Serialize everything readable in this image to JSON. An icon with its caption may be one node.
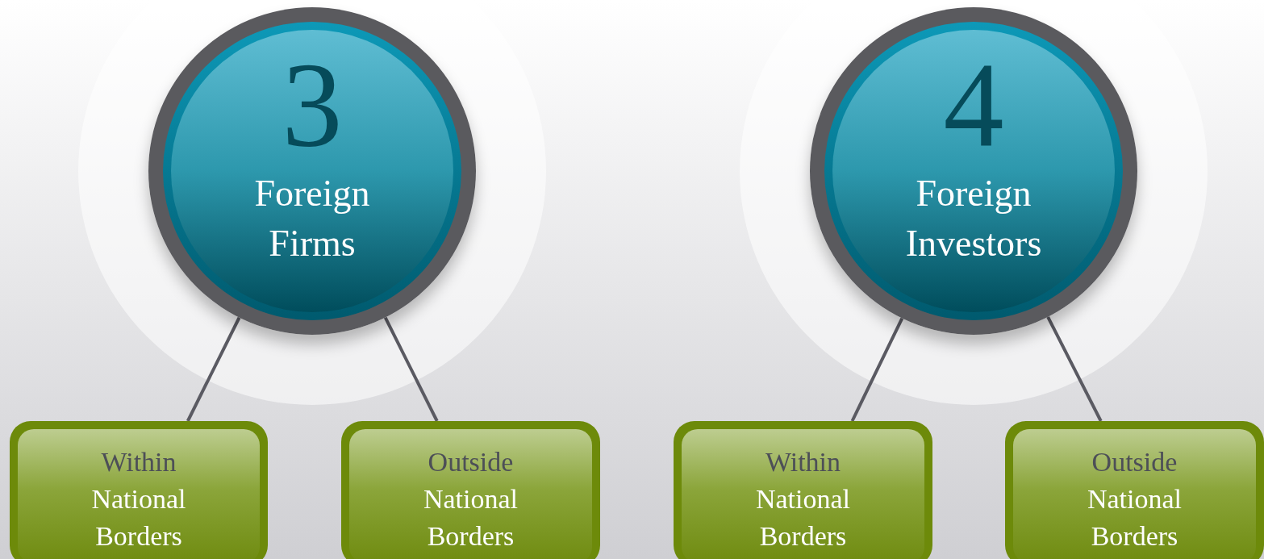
{
  "diagram": {
    "nodes": [
      {
        "text": [
          "3",
          "Foreign Firms"
        ]
      },
      {
        "text": [
          "4",
          "Foreign Investors"
        ]
      },
      {
        "text": [
          "Within",
          "National Borders"
        ]
      },
      {
        "text": [
          "Outside",
          "National Borders"
        ]
      },
      {
        "text": [
          "Within",
          "National Borders"
        ]
      },
      {
        "text": [
          "Outside",
          "National Borders"
        ]
      }
    ],
    "edges": [
      {
        "from": 0,
        "to": 2,
        "arrow": "none"
      },
      {
        "from": 0,
        "to": 3,
        "arrow": "none"
      },
      {
        "from": 1,
        "to": 4,
        "arrow": "none"
      },
      {
        "from": 1,
        "to": 5,
        "arrow": "none"
      }
    ]
  }
}
